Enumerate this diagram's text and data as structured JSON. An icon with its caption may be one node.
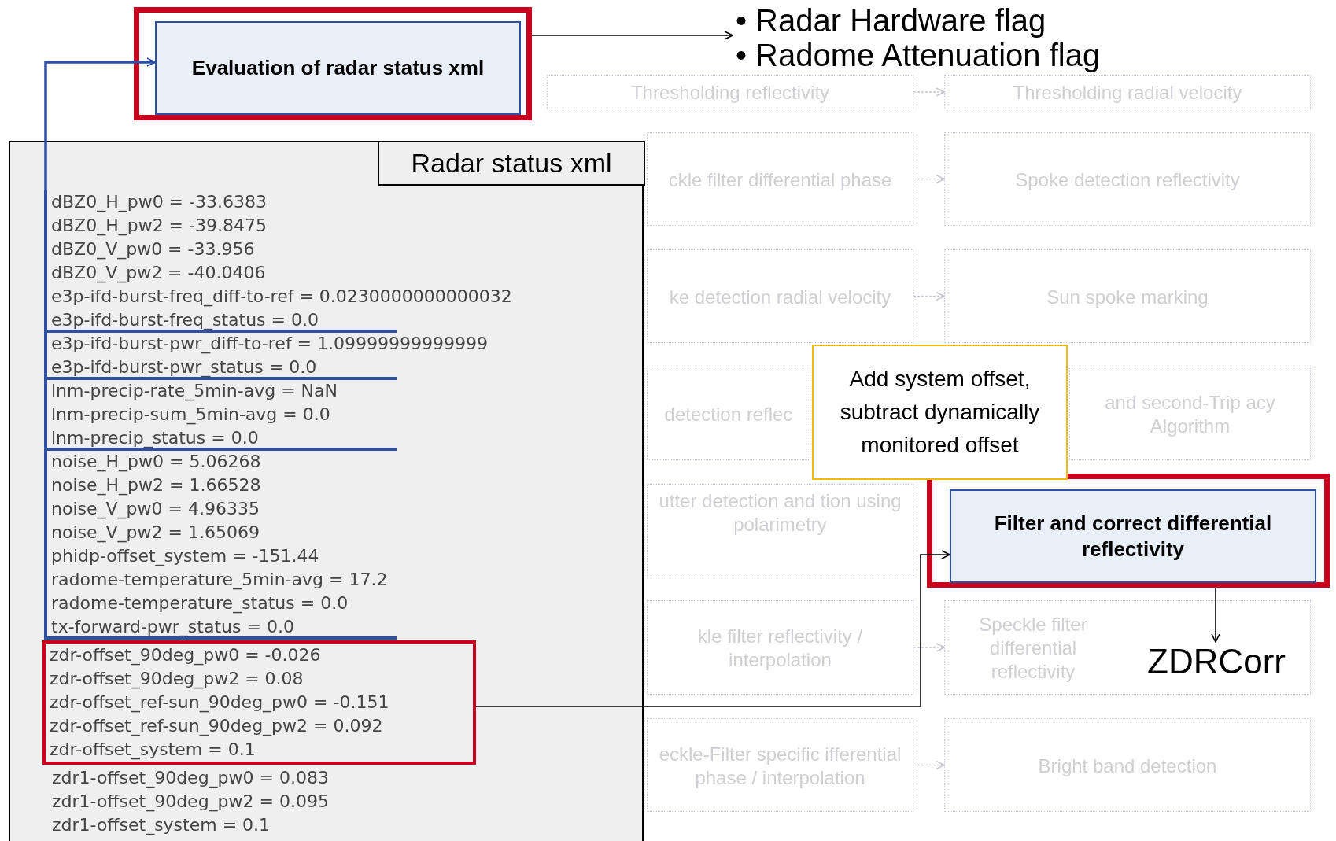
{
  "diagram": {
    "nodes": [
      {
        "text": [],
        "shape": "box"
      },
      {
        "text": [
          "Evaluation of radar status xml"
        ],
        "in": 0
      },
      {
        "text": [
          "• Radar Hardware flag",
          "• Radome Attenuation flag"
        ]
      },
      {
        "text": [
          "Thresholding reflectivity"
        ]
      },
      {
        "text": [
          "Thresholding radial velocity"
        ]
      },
      {
        "text": [
          "ckle filter differential phase"
        ]
      },
      {
        "text": [
          "Spoke detection reflectivity"
        ]
      },
      {
        "text": [
          "ke detection radial velocity"
        ]
      },
      {
        "text": [
          "Sun spoke marking"
        ]
      },
      {
        "text": [
          "detection reflec"
        ]
      },
      {
        "text": [
          "and second-Trip acy Algorithm"
        ]
      },
      {
        "text": [
          "utter detection and tion using polarimetry"
        ]
      },
      {
        "text": [],
        "shape": "box"
      },
      {
        "text": [
          "Filter and correct differential reflectivity"
        ],
        "in": 12
      },
      {
        "text": [
          "kle filter reflectivity / interpolation"
        ]
      },
      {
        "text": [
          "Speckle filter differential reflectivity"
        ]
      },
      {
        "text": [
          "eckle-Filter specific ifferential phase / interpolation"
        ]
      },
      {
        "text": [
          "Bright band detection"
        ]
      },
      {
        "text": [
          "Radar status xml",
          "zdr1-offset_90deg_pw0 = 0.083",
          "zdr1-offset_90deg_pw2 = 0.095",
          "zdr1-offset_system = 0.1"
        ]
      },
      {
        "text": [
          "dBZ0_H_pw0 = -33.6383",
          "dBZ0_H_pw2 = -39.8475",
          "dBZ0_V_pw0 = -33.956",
          "dBZ0_V_pw2 = -40.0406",
          "e3p-ifd-burst-freq_diff-to-ref = 0.0230000000000032",
          "e3p-ifd-burst-freq_status = 0.0",
          "e3p-ifd-burst-pwr_diff-to-ref = 1.09999999999999",
          "e3p-ifd-burst-pwr_status = 0.0",
          "lnm-precip-rate_5min-avg = NaN",
          "lnm-precip-sum_5min-avg = 0.0",
          "lnm-precip_status = 0.0",
          "noise_H_pw0 = 5.06268",
          "noise_H_pw2 = 1.66528",
          "noise_V_pw0 = 4.96335",
          "noise_V_pw2 = 1.65069",
          "phidp-offset_system = -151.44",
          "radome-temperature_5min-avg = 17.2",
          "radome-temperature_status = 0.0",
          "tx-forward-pwr_status = 0.0"
        ],
        "in": 18
      },
      {
        "text": [
          "zdr-offset_90deg_pw0 = -0.026",
          "zdr-offset_90deg_pw2 = 0.08",
          "zdr-offset_ref-sun_90deg_pw0 = -0.151",
          "zdr-offset_ref-sun_90deg_pw2 = 0.092",
          "zdr-offset_system = 0.1"
        ],
        "in": 18
      },
      {
        "text": [
          "Add system offset, subtract dynamically monitored offset"
        ]
      },
      {
        "text": [
          "ZDRCorr"
        ],
        "in": 15
      }
    ],
    "edges": [
      {
        "from": 0,
        "to": 2,
        "arrow": "to",
        "color": "#000000"
      },
      {
        "from": 19,
        "to": 1,
        "arrow": "to",
        "color": "#2e4fa3"
      },
      {
        "from": 20,
        "to": 13,
        "arrow": "to",
        "color": "#000000"
      },
      {
        "from": 12,
        "to": 22,
        "arrow": "to",
        "color": "#000000"
      },
      {
        "from": 3,
        "to": 4,
        "arrow": "to",
        "style": "dashed",
        "color": "#c8c8d4"
      },
      {
        "from": 5,
        "to": 6,
        "arrow": "to",
        "style": "dashed",
        "color": "#c8c8d4"
      },
      {
        "from": 7,
        "to": 8,
        "arrow": "to",
        "style": "dashed",
        "color": "#c8c8d4"
      },
      {
        "from": 14,
        "to": 15,
        "arrow": "to",
        "style": "dashed",
        "color": "#c8c8d4"
      },
      {
        "from": 16,
        "to": 17,
        "arrow": "to",
        "style": "dashed",
        "color": "#c8c8d4"
      }
    ]
  }
}
